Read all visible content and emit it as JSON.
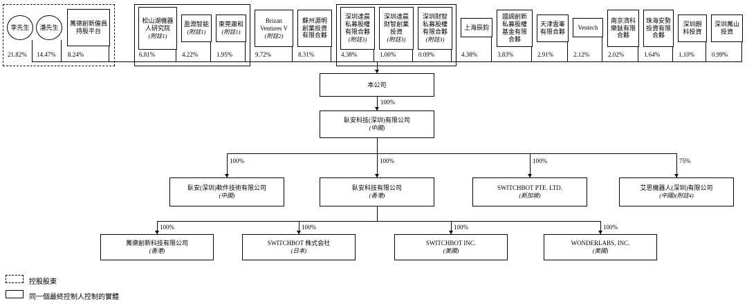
{
  "shareholders": [
    {
      "name": "李先生",
      "pct": "21.82%",
      "shape": "ellipse",
      "group": "controlling"
    },
    {
      "name": "潘先生",
      "pct": "14.47%",
      "shape": "ellipse",
      "group": "controlling"
    },
    {
      "name": "萬德創新僱員持股平台",
      "pct": "8.24%",
      "group": "controlling"
    },
    {
      "name": "松山湖機器人研究院",
      "note": "(附註1)",
      "pct": "6.81%",
      "group": "same-controller"
    },
    {
      "name": "盈潤智能",
      "note": "(附註1)",
      "pct": "4.22%",
      "group": "same-controller"
    },
    {
      "name": "東莞蕭和",
      "note": "(附註1)",
      "pct": "1.95%",
      "group": "same-controller"
    },
    {
      "name": "Brizan Ventures V",
      "note": "(附註2)",
      "pct": "9.72%"
    },
    {
      "name": "蘇州源明創業投資有限合夥",
      "pct": "8.31%"
    },
    {
      "name": "深圳達晨私募股權有限合夥",
      "note": "(附註3)",
      "pct": "4.38%",
      "group": "same-controller"
    },
    {
      "name": "深圳達晨財智創業投資",
      "note": "(附註3)",
      "pct": "1.00%",
      "group": "same-controller"
    },
    {
      "name": "深圳財智私募股權有限合夥",
      "note": "(附註3)",
      "pct": "0.09%",
      "group": "same-controller"
    },
    {
      "name": "上海辰鈞",
      "pct": "4.38%"
    },
    {
      "name": "國調創新私募股權基金有限合夥",
      "pct": "3.83%"
    },
    {
      "name": "天津雲峯有限合夥",
      "pct": "2.91%"
    },
    {
      "name": "Ventech",
      "pct": "2.12%"
    },
    {
      "name": "南京濟科樂鈦有限合夥",
      "pct": "2.02%"
    },
    {
      "name": "珠海安勢投資有限合夥",
      "pct": "1.64%"
    },
    {
      "name": "深圳朗科投資",
      "pct": "1.10%"
    },
    {
      "name": "深圳萬山投資",
      "pct": "0.99%"
    }
  ],
  "company": {
    "name": "本公司"
  },
  "intermediate": {
    "name": "臥安科技(深圳)有限公司",
    "region": "(中國)",
    "pct": "100%"
  },
  "level2": [
    {
      "name": "臥安(深圳)軟件技術有限公司",
      "region": "(中國)",
      "pct": "100%"
    },
    {
      "name": "臥安科技有限公司",
      "region": "(香港)",
      "pct": "100%"
    },
    {
      "name": "SWITCHBOT PTE. LTD.",
      "region": "(新加坡)",
      "pct": "100%"
    },
    {
      "name": "艾思機器人(深圳)有限公司",
      "region": "(中國)(附註4)",
      "pct": "75%"
    }
  ],
  "level3": [
    {
      "name": "萬德創新科技有限公司",
      "region": "(香港)",
      "pct": "100%"
    },
    {
      "name": "SWITCHBOT 株式会社",
      "region": "(日本)",
      "pct": "100%"
    },
    {
      "name": "SWITCHBOT INC.",
      "region": "(美國)",
      "pct": "100%"
    },
    {
      "name": "WONDERLABS, INC.",
      "region": "(美國)",
      "pct": "100%"
    }
  ],
  "legend": [
    {
      "style": "dashed",
      "label": "控股股東"
    },
    {
      "style": "solid",
      "label": "同一個最終控制人控制的實體"
    }
  ]
}
